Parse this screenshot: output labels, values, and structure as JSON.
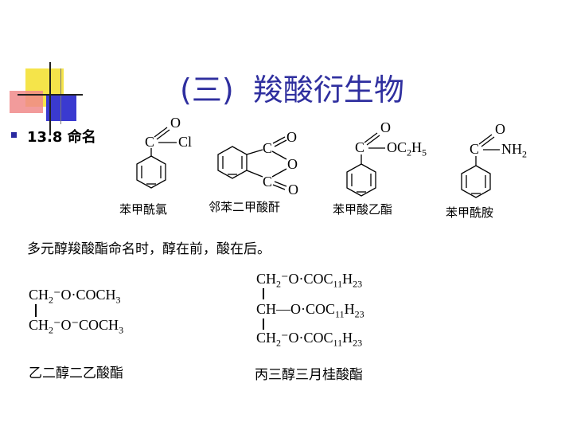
{
  "title": {
    "paren_open": "(",
    "number": "三",
    "paren_close": ")",
    "text": "羧酸衍生物"
  },
  "section": {
    "number": "13.8",
    "label": "命名"
  },
  "structures": [
    {
      "caption": "苯甲酰氯",
      "top_atom": "O",
      "carbon": "C",
      "substituent": "Cl"
    },
    {
      "caption": "邻苯二甲酸酐",
      "carbon_top": "C",
      "carbon_bottom": "C",
      "ring_oxygen": "O",
      "oxygen_top": "O",
      "oxygen_bottom": "O"
    },
    {
      "caption": "苯甲酸乙酯",
      "top_atom": "O",
      "carbon": "C",
      "substituent_prefix": "OC",
      "sub1": "2",
      "mid": "H",
      "sub2": "5"
    },
    {
      "caption": "苯甲酰胺",
      "top_atom": "O",
      "carbon": "C",
      "substituent_prefix": "NH",
      "sub1": "2"
    }
  ],
  "rule_text": "多元醇羧酸酯命名时，醇在前，酸在后。",
  "glycol_ester": {
    "row1": {
      "a": "CH",
      "a_sub": "2",
      "b": "O",
      "c": "COCH",
      "c_sub": "3"
    },
    "row2": {
      "a": "CH",
      "a_sub": "2",
      "b": "O",
      "c": "COCH",
      "c_sub": "3"
    },
    "name": "乙二醇二乙酸酯"
  },
  "glycerol_ester": {
    "row1": {
      "a": "CH",
      "a_sub": "2",
      "b": "O",
      "c": "COC",
      "c_sub": "11",
      "d": "H",
      "d_sub": "23"
    },
    "row2": {
      "a": "CH",
      "b": "O",
      "c": "COC",
      "c_sub": "11",
      "d": "H",
      "d_sub": "23"
    },
    "row3": {
      "a": "CH",
      "a_sub": "2",
      "b": "O",
      "c": "COC",
      "c_sub": "11",
      "d": "H",
      "d_sub": "23"
    },
    "name": "丙三醇三月桂酸酯"
  }
}
